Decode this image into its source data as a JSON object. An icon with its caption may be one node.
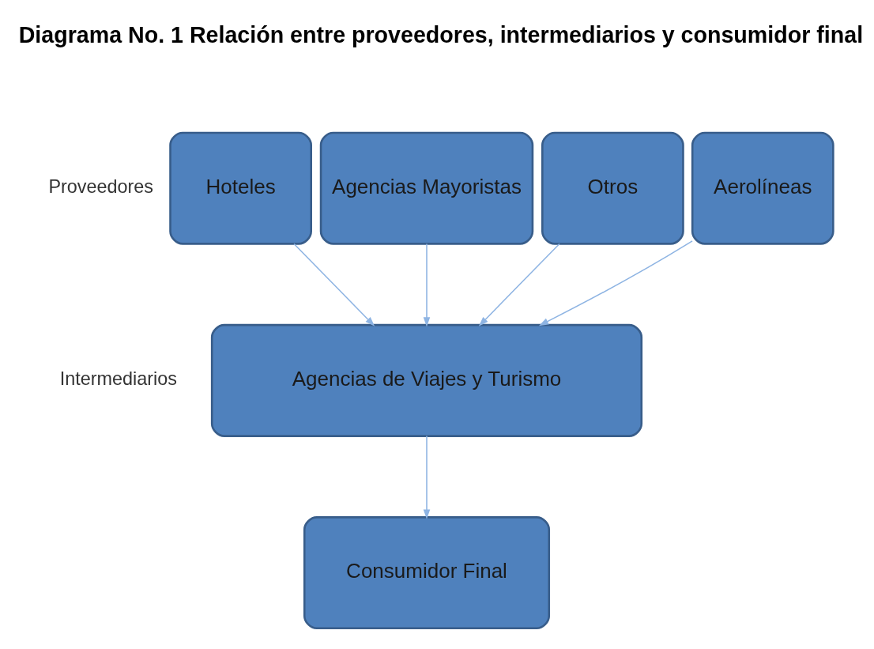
{
  "diagram": {
    "title": "Diagrama No. 1 Relación entre proveedores, intermediarios y consumidor final",
    "nodes": [
      {
        "text": [
          "Aerolíneas"
        ]
      },
      {
        "text": [
          "Hoteles"
        ]
      },
      {
        "text": [
          "Agencias Mayoristas"
        ]
      },
      {
        "text": [
          "Otros"
        ]
      },
      {
        "text": [
          "Agencias de Viajes y Turismo"
        ]
      },
      {
        "text": [
          "Consumidor Final"
        ]
      }
    ],
    "edges": [
      {
        "from": 0,
        "to": 4,
        "arrow": "to"
      },
      {
        "from": 1,
        "to": 4,
        "arrow": "to"
      },
      {
        "from": 2,
        "to": 4,
        "arrow": "to"
      },
      {
        "from": 3,
        "to": 4,
        "arrow": "to"
      },
      {
        "from": 4,
        "to": 5,
        "arrow": "to"
      }
    ],
    "labels": [
      "Proveedores",
      "Intermediarios"
    ]
  }
}
